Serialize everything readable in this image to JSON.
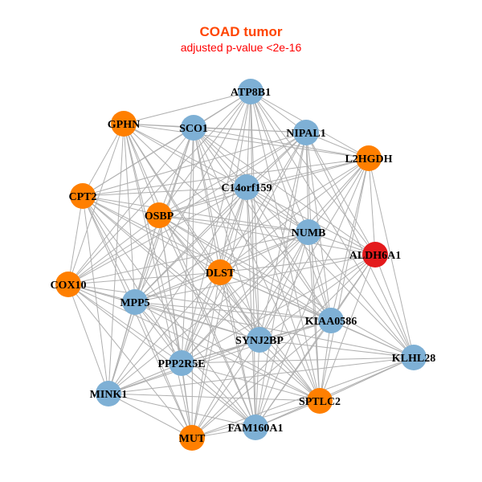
{
  "title": "COAD tumor",
  "subtitle": "adjusted p-value <2e-16",
  "colors": {
    "blue": "#7eb0d5",
    "orange": "#ff7f00",
    "red": "#e41a1c",
    "edge": "#b0b0b0"
  },
  "nodes": [
    {
      "label": "ATP8B1",
      "group": "blue"
    },
    {
      "label": "GPHN",
      "group": "orange"
    },
    {
      "label": "SCO1",
      "group": "blue"
    },
    {
      "label": "NIPAL1",
      "group": "blue"
    },
    {
      "label": "L2HGDH",
      "group": "orange"
    },
    {
      "label": "C14orf159",
      "group": "blue"
    },
    {
      "label": "CPT2",
      "group": "orange"
    },
    {
      "label": "OSBP",
      "group": "orange"
    },
    {
      "label": "NUMB",
      "group": "blue"
    },
    {
      "label": "ALDH6A1",
      "group": "red"
    },
    {
      "label": "DLST",
      "group": "orange"
    },
    {
      "label": "COX10",
      "group": "orange"
    },
    {
      "label": "MPP5",
      "group": "blue"
    },
    {
      "label": "KIAA0586",
      "group": "blue"
    },
    {
      "label": "SYNJ2BP",
      "group": "blue"
    },
    {
      "label": "KLHL28",
      "group": "blue"
    },
    {
      "label": "PPP2R5E",
      "group": "blue"
    },
    {
      "label": "MINK1",
      "group": "blue"
    },
    {
      "label": "SPTLC2",
      "group": "orange"
    },
    {
      "label": "FAM160A1",
      "group": "blue"
    },
    {
      "label": "MUT",
      "group": "orange"
    }
  ],
  "missing_edges": [
    [
      "GPHN",
      "KLHL28"
    ],
    [
      "CPT2",
      "KLHL28"
    ],
    [
      "COX10",
      "L2HGDH"
    ],
    [
      "COX10",
      "ALDH6A1"
    ],
    [
      "MINK1",
      "ATP8B1"
    ],
    [
      "MINK1",
      "NIPAL1"
    ],
    [
      "MUT",
      "NIPAL1"
    ],
    [
      "MUT",
      "ATP8B1"
    ],
    [
      "GPHN",
      "SPTLC2"
    ],
    [
      "CPT2",
      "ALDH6A1"
    ],
    [
      "MINK1",
      "L2HGDH"
    ],
    [
      "COX10",
      "KLHL28"
    ],
    [
      "MUT",
      "L2HGDH"
    ],
    [
      "GPHN",
      "ALDH6A1"
    ],
    [
      "SCO1",
      "KLHL28"
    ],
    [
      "MINK1",
      "ALDH6A1"
    ]
  ]
}
